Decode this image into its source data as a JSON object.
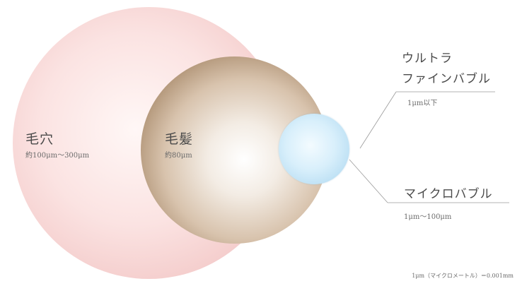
{
  "diagram": {
    "pore": {
      "label": "毛穴",
      "size": "約100μm〜300μm"
    },
    "hair": {
      "label": "毛髪",
      "size": "約80μm"
    },
    "ultra_fine_bubble": {
      "label_line1": "ウルトラ",
      "label_line2": "ファインバブル",
      "size": "1μm以下"
    },
    "micro_bubble": {
      "label": "マイクロバブル",
      "size": "1μm〜100μm"
    },
    "footnote": "1μm（マイクロメートル）＝0.001mm"
  },
  "colors": {
    "pore": "#f3c9c8",
    "hair": "#8a6f55",
    "bubble": "#b9def3",
    "line": "#9a9a9a"
  }
}
